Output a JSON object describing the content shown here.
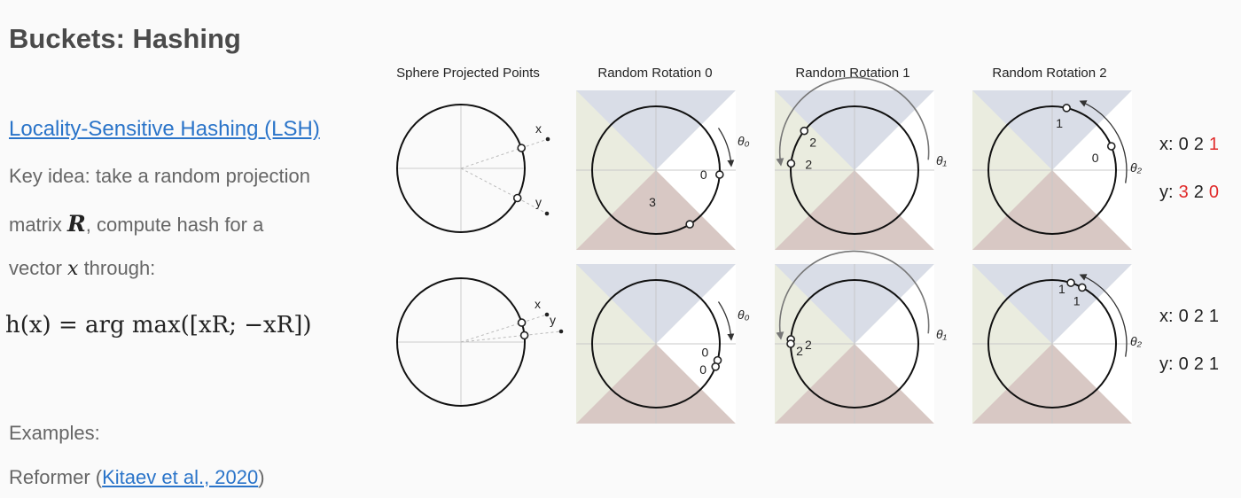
{
  "title": "Buckets: Hashing",
  "lsh_link": "Locality-Sensitive Hashing (LSH)",
  "key_idea": {
    "line1": "Key idea: take a random projection",
    "line2_pre": "matrix ",
    "line2_var": "R",
    "line2_post": ", compute hash for a",
    "line3_pre": "vector ",
    "line3_var": "x",
    "line3_post": " through:"
  },
  "formula": "h(x) = arg max([xR; −xR])",
  "examples_label": "Examples:",
  "reference": {
    "pre": "Reformer (",
    "link": "Kitaev et al., 2020",
    "post": ")"
  },
  "columns": [
    "Sphere Projected Points",
    "Random Rotation 0",
    "Random Rotation 1",
    "Random Rotation 2"
  ],
  "rows": [
    {
      "sphere": {
        "x_label": "x",
        "y_label": "y"
      },
      "rot0": {
        "angle": "θ₀",
        "labels": [
          "0",
          "3"
        ]
      },
      "rot1": {
        "angle": "θ₁",
        "labels": [
          "2",
          "2"
        ]
      },
      "rot2": {
        "angle": "θ₂",
        "labels": [
          "1",
          "0"
        ]
      },
      "hash_x": {
        "label": "x:",
        "digits": [
          "0",
          "2",
          "1"
        ],
        "highlight": [
          false,
          false,
          true
        ]
      },
      "hash_y": {
        "label": "y:",
        "digits": [
          "3",
          "2",
          "0"
        ],
        "highlight": [
          true,
          false,
          true
        ]
      }
    },
    {
      "sphere": {
        "x_label": "x",
        "y_label": "y"
      },
      "rot0": {
        "angle": "θ₀",
        "labels": [
          "0",
          "0"
        ]
      },
      "rot1": {
        "angle": "θ₁",
        "labels": [
          "2",
          "2"
        ]
      },
      "rot2": {
        "angle": "θ₂",
        "labels": [
          "1",
          "1"
        ]
      },
      "hash_x": {
        "label": "x:",
        "digits": [
          "0",
          "2",
          "1"
        ],
        "highlight": [
          false,
          false,
          false
        ]
      },
      "hash_y": {
        "label": "y:",
        "digits": [
          "0",
          "2",
          "1"
        ],
        "highlight": [
          false,
          false,
          false
        ]
      }
    }
  ],
  "colors": {
    "blue_region": "#d9dde7",
    "red_region": "#d8c8c4",
    "green_region": "#eaecdf",
    "highlight": "#e02a2a",
    "link": "#2a74c9"
  }
}
